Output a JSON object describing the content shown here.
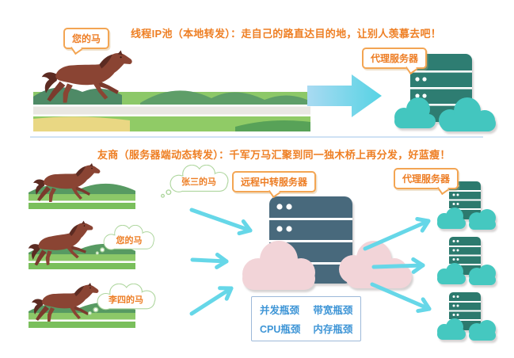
{
  "top": {
    "title": "线程IP池（本地转发）：走自己的路直达目的地，让别人羡慕去吧！",
    "horse_label": "您的马",
    "server_label": "代理服务器"
  },
  "bottom": {
    "title": "友商（服务器端动态转发）：千军万马汇聚到同一独木桥上再分发，好蓝瘦！",
    "horses": [
      {
        "label": "张三的马"
      },
      {
        "label": "您的马"
      },
      {
        "label": "李四的马"
      }
    ],
    "relay_label": "远程中转服务器",
    "proxy_label": "代理服务器",
    "bottlenecks": [
      "并发瓶颈",
      "带宽瓶颈",
      "CPU瓶颈",
      "内存瓶颈"
    ]
  },
  "colors": {
    "accent_orange": "#ed7d24",
    "server_teal": "#2e7d72",
    "relay_slate": "#48697c",
    "cloud_teal": "#43c6bf",
    "cloud_pink": "#f2d4d8",
    "arrow_cyan": "#66d7e8",
    "bottleneck_blue": "#3e95d6",
    "thought_bubble_green": "#aed69e",
    "grass_green": "#8cc868"
  }
}
